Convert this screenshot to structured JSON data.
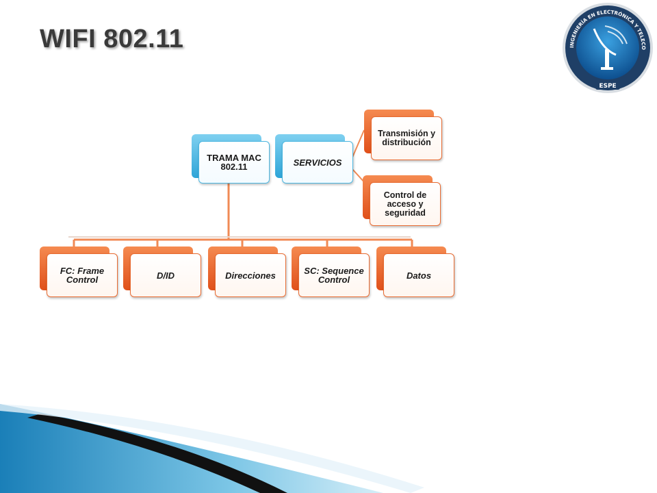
{
  "slide": {
    "title": "WIFI 802.11"
  },
  "logo": {
    "ring_text_top": "INGENIERÍA EN ELECTRÓNICA Y TELECOMUNICACIONES",
    "badge_text": "ESPE",
    "icon": "antenna-logo-icon"
  },
  "diagram": {
    "root": {
      "label": "TRAMA MAC 802.11"
    },
    "services": {
      "label": "SERVICIOS"
    },
    "service_children": [
      {
        "label": "Transmisión y distribución"
      },
      {
        "label": "Control de acceso y seguridad"
      }
    ],
    "fields": [
      {
        "label": "FC: Frame Control"
      },
      {
        "label": "D/ID"
      },
      {
        "label": "Direcciones"
      },
      {
        "label": "SC: Sequence Control"
      },
      {
        "label": "Datos"
      }
    ]
  },
  "colors": {
    "orange": "#e86a30",
    "blue": "#2ea5d8",
    "title": "#3a3a3a"
  }
}
